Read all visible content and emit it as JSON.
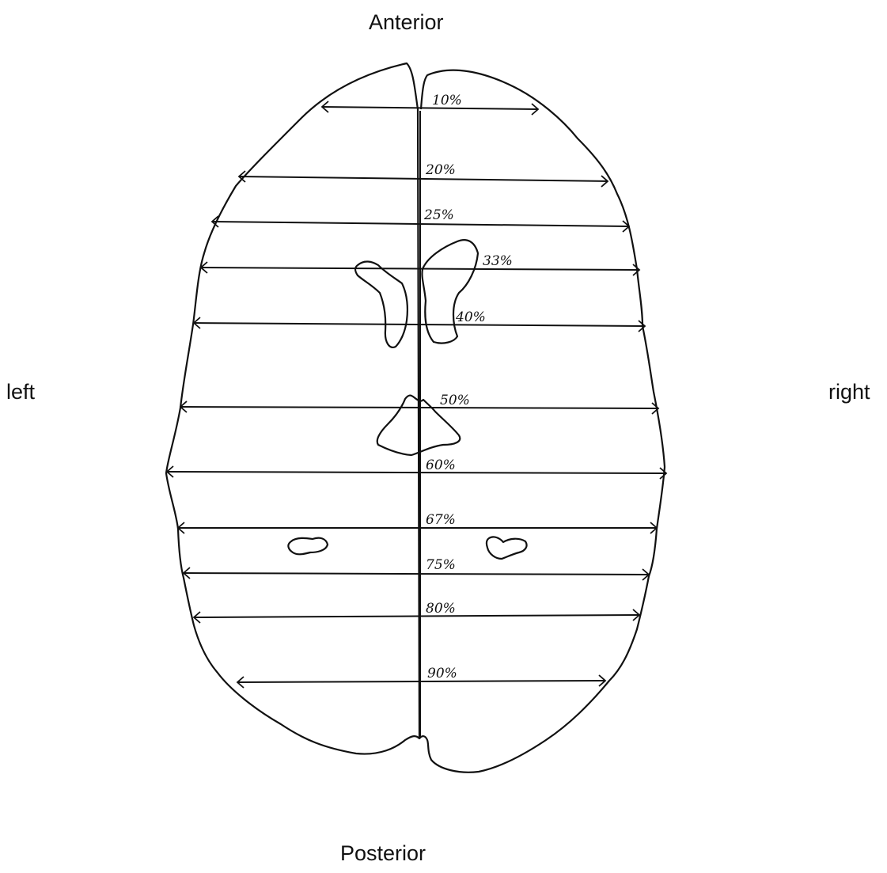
{
  "orientation": {
    "anterior": "Anterior",
    "posterior": "Posterior",
    "left": "left",
    "right": "right"
  },
  "levels": [
    {
      "label": "10%"
    },
    {
      "label": "20%"
    },
    {
      "label": "25%"
    },
    {
      "label": "33%"
    },
    {
      "label": "40%"
    },
    {
      "label": "50%"
    },
    {
      "label": "60%"
    },
    {
      "label": "67%"
    },
    {
      "label": "75%"
    },
    {
      "label": "80%"
    },
    {
      "label": "90%"
    }
  ],
  "colors": {
    "ink": "#111111",
    "background": "#ffffff"
  }
}
